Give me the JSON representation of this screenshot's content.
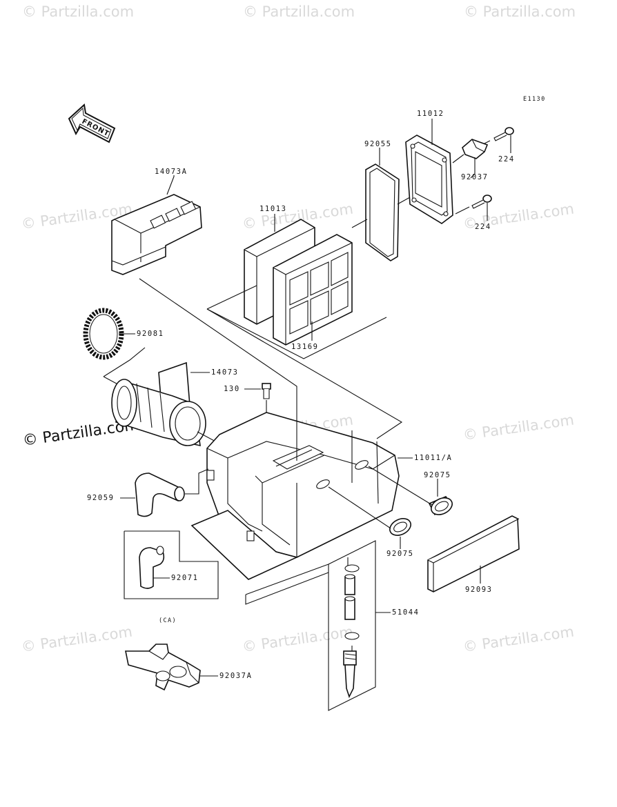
{
  "diagram_code": "E1130",
  "front_label": "FRONT",
  "watermark": {
    "text": "© Partzilla.com",
    "prominent_text": "© Partzilla.com"
  },
  "parts": {
    "p14073A": "14073A",
    "p11013": "11013",
    "p92055": "92055",
    "p11012": "11012",
    "p92037": "92037",
    "p224a": "224",
    "p224b": "224",
    "p13169": "13169",
    "p92081": "92081",
    "p14073": "14073",
    "p130": "130",
    "p11011A": "11011/A",
    "p92075a": "92075",
    "p92075b": "92075",
    "p92059": "92059",
    "p92071": "92071",
    "pCA": "(CA)",
    "p92093": "92093",
    "p51044": "51044",
    "p92037A": "92037A"
  },
  "colors": {
    "line": "#111111",
    "watermark": "#d9d9d9",
    "background": "#ffffff"
  }
}
